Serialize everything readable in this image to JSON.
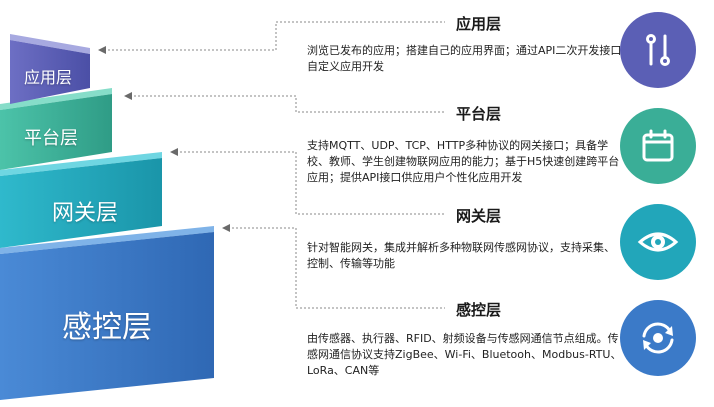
{
  "layers": [
    {
      "key": "app",
      "label": "应用层",
      "title": "应用层",
      "description": "浏览已发布的应用；搭建自己的应用界面；通过API二次开发接口自定义应用开发",
      "icon": "link-node-icon",
      "color": "#5b5fb5"
    },
    {
      "key": "platform",
      "label": "平台层",
      "title": "平台层",
      "description": "支持MQTT、UDP、TCP、HTTP多种协议的网关接口；具备学校、教师、学生创建物联网应用的能力；基于H5快速创建跨平台应用；提供API接口供应用户个性化应用开发",
      "icon": "calendar-icon",
      "color": "#3aae97"
    },
    {
      "key": "gateway",
      "label": "网关层",
      "title": "网关层",
      "description": "针对智能网关，集成并解析多种物联网传感网协议，支持采集、控制、传输等功能",
      "icon": "eye-icon",
      "color": "#22a6ba"
    },
    {
      "key": "sensing",
      "label": "感控层",
      "title": "感控层",
      "description": "由传感器、执行器、RFID、射频设备与传感网通信节点组成。传感网通信协议支持ZigBee、Wi-Fi、Bluetooh、Modbus-RTU、LoRa、CAN等",
      "icon": "sync-eye-icon",
      "color": "#3b7ac8"
    }
  ]
}
